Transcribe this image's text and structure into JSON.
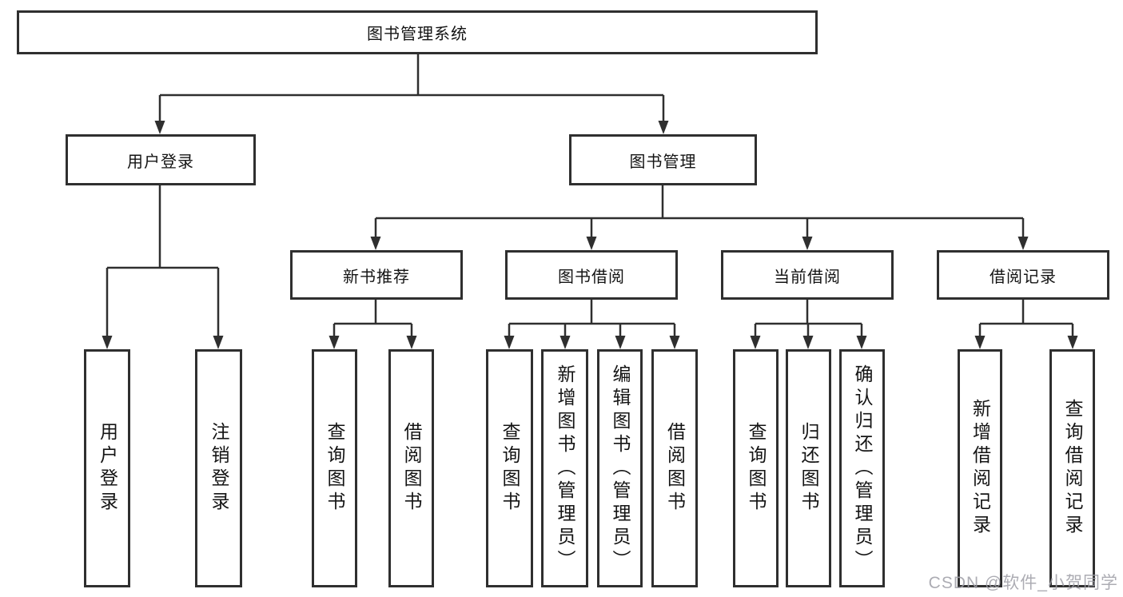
{
  "diagram": {
    "watermark": "CSDN @软件_小贺同学",
    "colors": {
      "line": "#2f2f2f",
      "box_border": "#2f2f2f",
      "box_background": "#ffffff",
      "text": "#141414",
      "watermark": "#9e9ea6"
    },
    "nodes": {
      "root": {
        "label": "图书管理系统"
      },
      "level2": [
        {
          "label": "用户登录"
        },
        {
          "label": "图书管理"
        }
      ],
      "level3": [
        {
          "label": "新书推荐"
        },
        {
          "label": "图书借阅"
        },
        {
          "label": "当前借阅"
        },
        {
          "label": "借阅记录"
        }
      ],
      "leaves": [
        {
          "label": "用户登录"
        },
        {
          "label": "注销登录"
        },
        {
          "label": "查询图书"
        },
        {
          "label": "借阅图书"
        },
        {
          "label": "查询图书"
        },
        {
          "label": "新增图书（管理员）"
        },
        {
          "label": "编辑图书（管理员）"
        },
        {
          "label": "借阅图书"
        },
        {
          "label": "查询图书"
        },
        {
          "label": "归还图书"
        },
        {
          "label": "确认归还（管理员）"
        },
        {
          "label": "新增借阅记录"
        },
        {
          "label": "查询借阅记录"
        }
      ]
    }
  }
}
